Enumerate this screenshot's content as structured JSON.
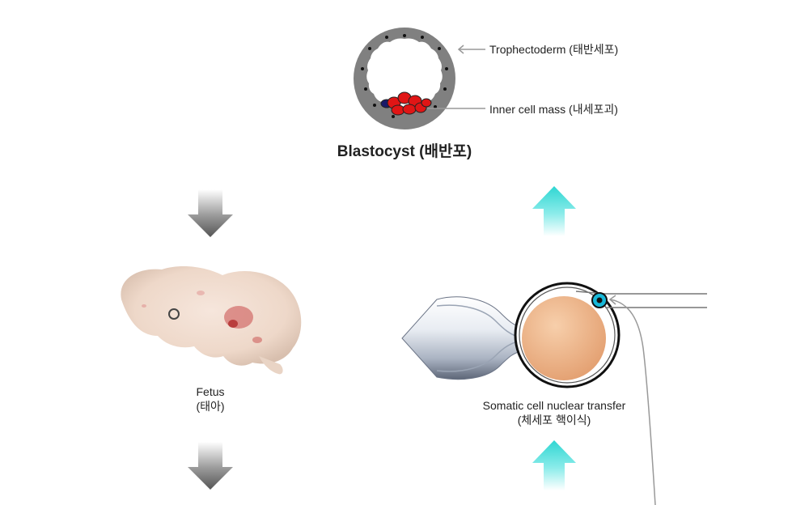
{
  "blastocyst": {
    "title": "Blastocyst (배반포)",
    "trophectoderm_label": "Trophectoderm (태반세포)",
    "inner_cell_mass_label": "Inner cell mass (내세포괴)"
  },
  "fetus": {
    "label_line1": "Fetus",
    "label_line2": "(태아)"
  },
  "scnt": {
    "label_line1": "Somatic cell nuclear transfer",
    "label_line2": "(체세포 핵이식)"
  },
  "colors": {
    "gray_arrow": "#666666",
    "cyan_arrow": "#35d8d4",
    "icm_red": "#e01515",
    "oocyte": "#f0b58a",
    "donor_nucleus": "#18b8d8"
  },
  "icons": [
    "arrow-down",
    "arrow-up"
  ]
}
